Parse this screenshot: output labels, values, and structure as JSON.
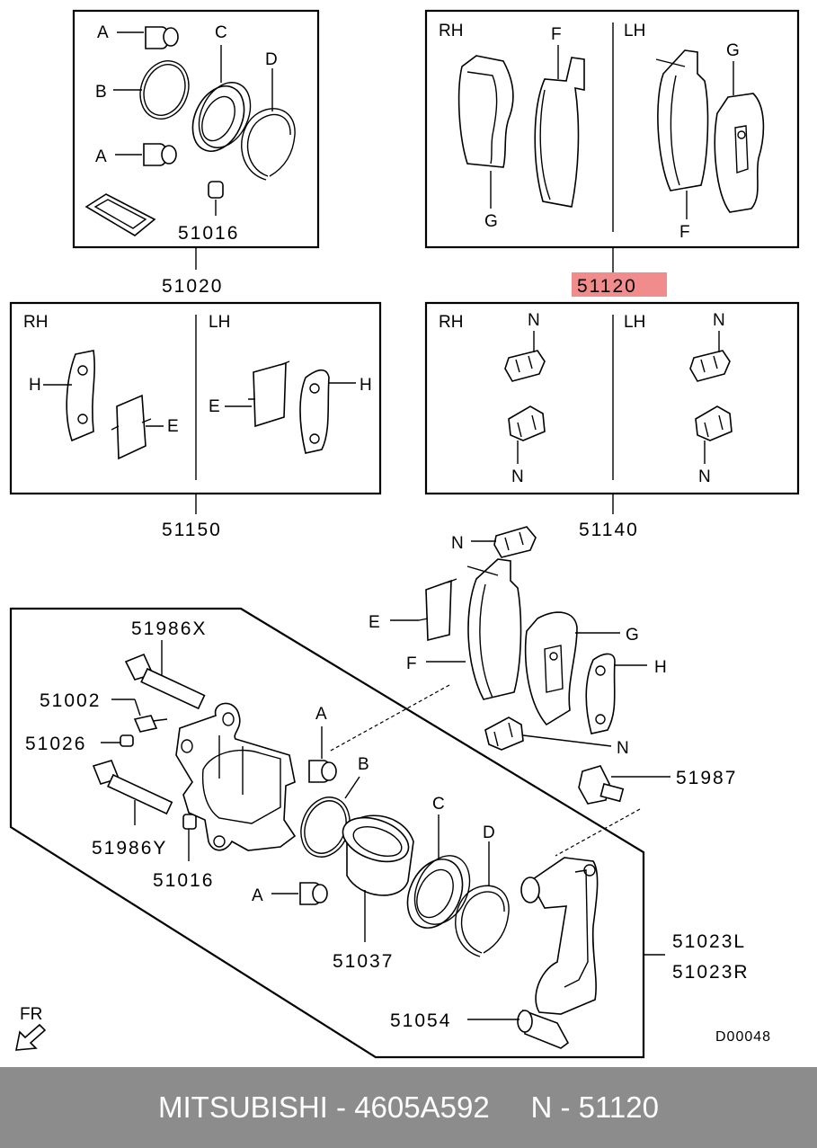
{
  "labels": {
    "rh": "RH",
    "lh": "LH",
    "a": "A",
    "b": "B",
    "c": "C",
    "d": "D",
    "e": "E",
    "f": "F",
    "g": "G",
    "h": "H",
    "n": "N",
    "fr": "FR"
  },
  "part_numbers": {
    "p51020": "51020",
    "p51120": "51120",
    "p51150": "51150",
    "p51140": "51140",
    "p51016": "51016",
    "p51986x": "51986X",
    "p51002": "51002",
    "p51026": "51026",
    "p51986y": "51986Y",
    "p51037": "51037",
    "p51987": "51987",
    "p51023l": "51023L",
    "p51023r": "51023R",
    "p51054": "51054"
  },
  "diagram_code": "D00048",
  "highlight_color": "#f08c8c",
  "footer": {
    "brand": "MITSUBISHI",
    "sep1": " - ",
    "part_number": "4605A592",
    "gap": "     ",
    "ref": "N - 51120"
  }
}
